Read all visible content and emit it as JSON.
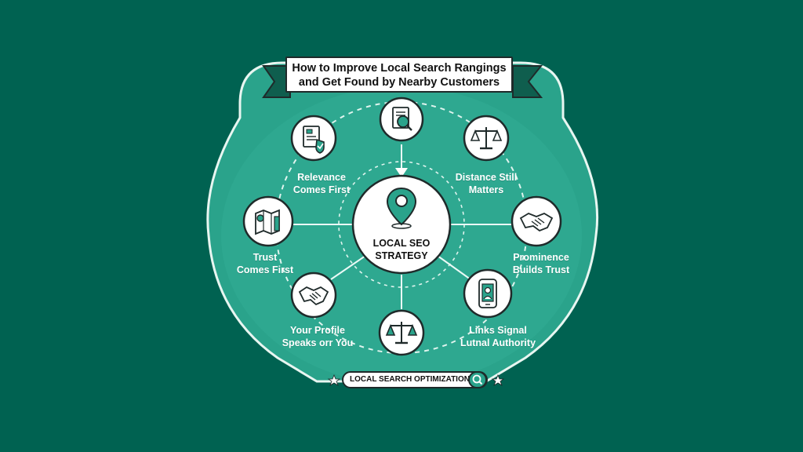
{
  "title": {
    "line1": "How to Improve Local Search Rangings",
    "line2": "and Get Found by Nearby Customers"
  },
  "center": {
    "line1": "LOCAL SEO",
    "line2": "STRATEGY",
    "icon": "map-pin-icon"
  },
  "nodes": [
    {
      "id": "top",
      "icon": "document-search-icon"
    },
    {
      "id": "relevance",
      "icon": "document-check-icon",
      "line1": "Relevance",
      "line2": "Comes First"
    },
    {
      "id": "distance",
      "icon": "balance-scale-icon",
      "line1": "Distance Still",
      "line2": "Matters"
    },
    {
      "id": "trust",
      "icon": "map-ruler-icon",
      "line1": "Trust",
      "line2": "Comes First"
    },
    {
      "id": "prominence",
      "icon": "handshake-icon",
      "line1": "Prominence",
      "line2": "Builds Trust"
    },
    {
      "id": "profile",
      "icon": "handshake-icon",
      "line1": "Your Profile",
      "line2": "Speaks orr You"
    },
    {
      "id": "bottom",
      "icon": "balance-scale-icon"
    },
    {
      "id": "links",
      "icon": "phone-profile-icon",
      "line1": "Links Signal",
      "line2": "Lutnal Authority"
    }
  ],
  "footer": {
    "label": "LOCAL SEARCH OPTIMIZATION",
    "icon": "search-icon"
  },
  "colors": {
    "background": "#006251",
    "panel": "#2aa38b",
    "panel_dark": "#168a73",
    "ribbon": "#0f5e4e",
    "outline": "#1f2a2a",
    "white": "#ffffff"
  }
}
